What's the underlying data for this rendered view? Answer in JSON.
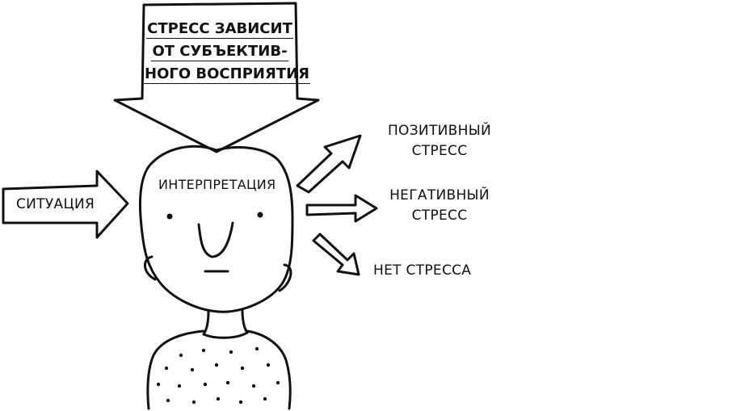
{
  "top_arrow": {
    "lines": [
      "СТРЕСС ЗАВИСИТ",
      "ОТ СУБЪЕКТИВ-",
      "НОГО ВОСПРИЯТИЯ"
    ]
  },
  "head_label": "ИНТЕРПРЕТАЦИЯ",
  "input_label": "СИТУАЦИЯ",
  "outcomes": {
    "positive": [
      "ПОЗИТИВНЫЙ",
      "СТРЕСС"
    ],
    "negative": [
      "НЕГАТИВНЫЙ",
      "СТРЕСС"
    ],
    "none": "НЕТ СТРЕССА"
  }
}
